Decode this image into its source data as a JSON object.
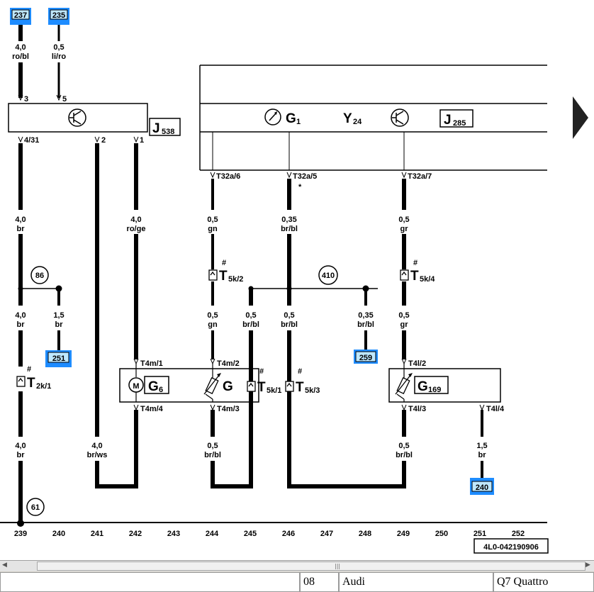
{
  "connectors_top": {
    "c237": "237",
    "c235": "235"
  },
  "top_wires": {
    "w237_size": "4,0",
    "w237_color": "ro/bl",
    "w235_size": "0,5",
    "w235_color": "li/ro"
  },
  "j538": {
    "pin3": "3",
    "pin5": "5",
    "name_main": "J",
    "name_sub": "538",
    "pin431": "4/31",
    "pin2": "2",
    "pin1": "1"
  },
  "cluster": {
    "g1_main": "G",
    "g1_sub": "1",
    "y24_main": "Y",
    "y24_sub": "24",
    "j285_main": "J",
    "j285_sub": "285",
    "pin_a6": "T32a/6",
    "pin_a5": "T32a/5",
    "pin_a7": "T32a/7",
    "star": "*"
  },
  "wires": {
    "c29a_size": "4,0",
    "c29a_color": "br",
    "c192a_size": "4,0",
    "c192a_color": "ro/ge",
    "c300a_size": "0,5",
    "c300a_color": "gn",
    "c408a_size": "0,35",
    "c408a_color": "br/bl",
    "c570a_size": "0,5",
    "c570a_color": "gr",
    "c29b_size": "4,0",
    "c29b_color": "br",
    "c83_size": "1,5",
    "c83_color": "br",
    "c300b_size": "0,5",
    "c300b_color": "gn",
    "c354_size": "0,5",
    "c354_color": "br/bl",
    "c408b_size": "0,5",
    "c408b_color": "br/bl",
    "c516_size": "0,35",
    "c516_color": "br/bl",
    "c570b_size": "0,5",
    "c570b_color": "gr",
    "c29c_size": "4,0",
    "c29c_color": "br",
    "c137_size": "4,0",
    "c137_color": "br/ws",
    "c300c_size": "0,5",
    "c300c_color": "br/bl",
    "c570c_size": "0,5",
    "c570c_color": "br/bl",
    "c680_size": "1,5",
    "c680_color": "br"
  },
  "ground_points": {
    "gp86": "86",
    "gp410": "410",
    "gp61": "61"
  },
  "connectors_mid": {
    "c251": "251",
    "c259": "259",
    "c240": "240"
  },
  "plugs": {
    "t5k2_main": "T",
    "t5k2_sub": "5k/2",
    "t5k4_main": "T",
    "t5k4_sub": "5k/4",
    "t2k1_main": "T",
    "t2k1_sub": "2k/1",
    "t5k1_main": "T",
    "t5k1_sub": "5k/1",
    "t5k3_main": "T",
    "t5k3_sub": "5k/3",
    "hash": "#"
  },
  "g6_box": {
    "pin_t4m1": "T4m/1",
    "pin_t4m2": "T4m/2",
    "pin_t4m4": "T4m/4",
    "pin_t4m3": "T4m/3",
    "motor": "M",
    "g6_main": "G",
    "g6_sub": "6",
    "g_label": "G"
  },
  "g169_box": {
    "pin_t4l2": "T4l/2",
    "pin_t4l3": "T4l/3",
    "pin_t4l4": "T4l/4",
    "g169_main": "G",
    "g169_sub": "169"
  },
  "x_axis": {
    "labels": [
      "239",
      "240",
      "241",
      "242",
      "243",
      "244",
      "245",
      "246",
      "247",
      "248",
      "249",
      "250",
      "251",
      "252"
    ]
  },
  "doc_number": "4L0-042190906",
  "statusbar": {
    "page": "08",
    "make": "Audi",
    "model": "Q7 Quattro"
  }
}
